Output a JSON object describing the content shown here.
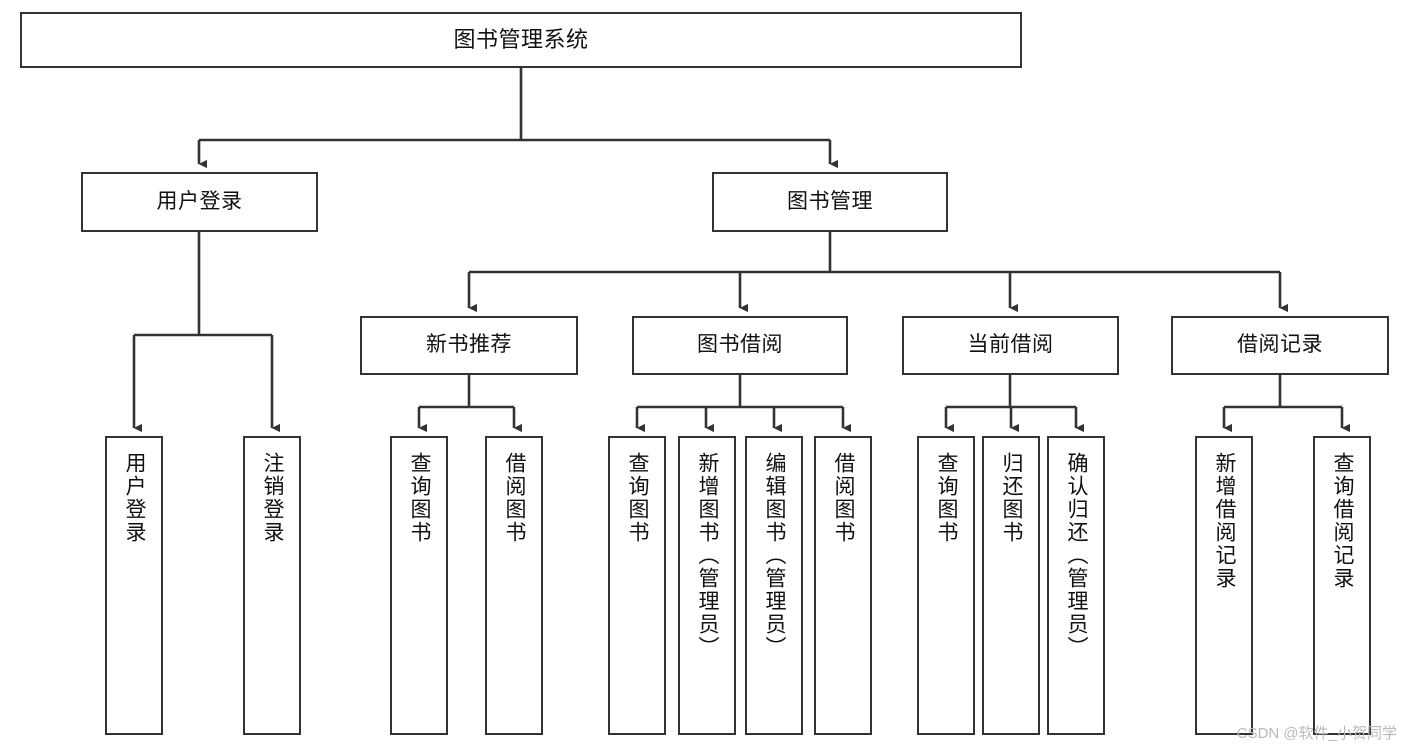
{
  "diagram": {
    "title": "图书管理系统",
    "type": "tree-hierarchy-chart",
    "colors": {
      "background": "#ffffff",
      "node_border": "#333333",
      "node_fill": "#ffffff",
      "edge": "#333333",
      "text": "#111111",
      "watermark": "#b9b9b9"
    },
    "root": {
      "label": "图书管理系统"
    },
    "level1": [
      {
        "label": "用户登录"
      },
      {
        "label": "图书管理"
      }
    ],
    "level2": [
      {
        "label": "新书推荐"
      },
      {
        "label": "图书借阅"
      },
      {
        "label": "当前借阅"
      },
      {
        "label": "借阅记录"
      }
    ],
    "leaves": {
      "user_login": [
        {
          "label": "用户登录"
        },
        {
          "label": "注销登录"
        }
      ],
      "new_book_recommend": [
        {
          "label": "查询图书"
        },
        {
          "label": "借阅图书"
        }
      ],
      "book_borrow": [
        {
          "label": "查询图书"
        },
        {
          "label": "新增图书（管理员）"
        },
        {
          "label": "编辑图书（管理员）"
        },
        {
          "label": "借阅图书"
        }
      ],
      "current_borrow": [
        {
          "label": "查询图书"
        },
        {
          "label": "归还图书"
        },
        {
          "label": "确认归还（管理员）"
        }
      ],
      "borrow_record": [
        {
          "label": "新增借阅记录"
        },
        {
          "label": "查询借阅记录"
        }
      ]
    },
    "watermark": "CSDN @软件_小贺同学"
  }
}
